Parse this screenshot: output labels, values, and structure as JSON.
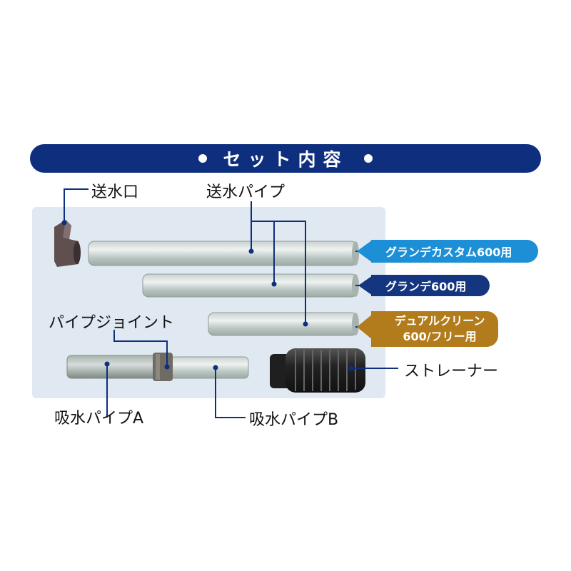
{
  "header": {
    "title": "セット内容"
  },
  "parts": {
    "outlet": "送水口",
    "outlet_pipe": "送水パイプ",
    "pipe_joint": "パイプジョイント",
    "intake_pipe_a": "吸水パイプA",
    "intake_pipe_b": "吸水パイプB",
    "strainer": "ストレーナー"
  },
  "models": {
    "custom": "グランデカスタム600用",
    "grande": "グランデ600用",
    "dual_line1": "デュアルクリーン",
    "dual_line2": "600/フリー用"
  },
  "colors": {
    "banner": "#0d2f7e",
    "panel": "#e0e8f1",
    "pill_custom": "#1d8fd6",
    "pill_grande": "#14357f",
    "pill_dual": "#b27b1c",
    "outlet": "#5a4a4a",
    "strainer": "#2a2a2a"
  }
}
